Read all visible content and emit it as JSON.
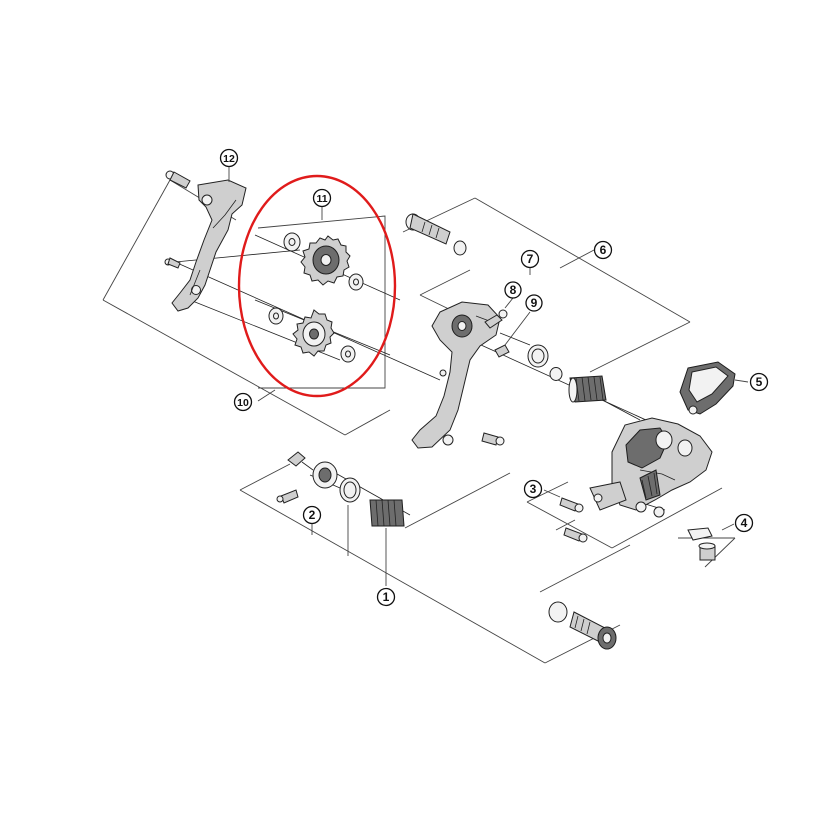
{
  "diagram": {
    "highlight_color": "#e01b1b",
    "callouts": {
      "c1": "1",
      "c2": "2",
      "c3": "3",
      "c4": "4",
      "c5": "5",
      "c6": "6",
      "c7": "7",
      "c8": "8",
      "c9": "9",
      "c10": "10",
      "c11": "11",
      "c12": "12"
    }
  }
}
